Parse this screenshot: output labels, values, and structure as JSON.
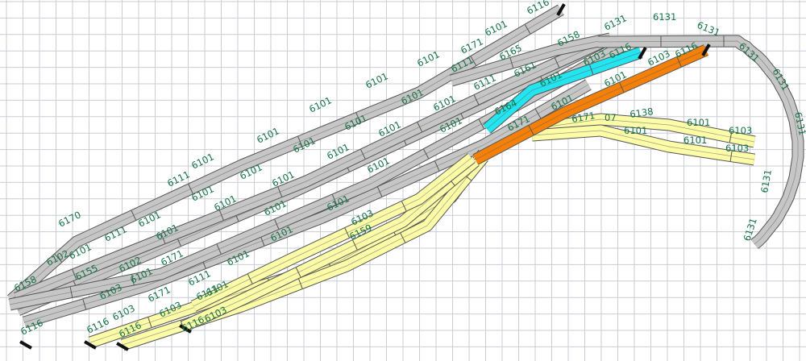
{
  "colors": {
    "grid": "#c9cdd6",
    "gray_track": "#c6c6c6",
    "yellow_track": "#fbfba8",
    "cyan_track": "#24e4f0",
    "orange_track": "#f4800a",
    "outline": "#555555",
    "label": "#157345",
    "bumper": "#111111"
  },
  "labels": [
    "6116",
    "6101",
    "6101",
    "6171",
    "6111",
    "6165",
    "6158",
    "6101",
    "6101",
    "6101",
    "6101",
    "6101",
    "6111",
    "6101",
    "6101",
    "6101",
    "6101",
    "6101",
    "6101",
    "6101",
    "6101",
    "6111",
    "6101",
    "6170",
    "6101",
    "6101",
    "6101",
    "6101",
    "6102",
    "6101",
    "6111",
    "6158",
    "6155",
    "6103",
    "6102",
    "6171",
    "6101",
    "6111",
    "6101",
    "6101",
    "6101",
    "6101",
    "6103",
    "6101",
    "6159",
    "6111",
    "6171",
    "6116",
    "6103",
    "6116",
    "6116",
    "6103",
    "6103",
    "6116",
    "6161",
    "6164",
    "6101",
    "6103",
    "6116",
    "6101",
    "6101",
    "6103",
    "6116",
    "6171",
    "6171",
    "07",
    "6138",
    "6101",
    "6101",
    "6103",
    "6101",
    "6103",
    "6131",
    "6131",
    "6131",
    "6131",
    "6131",
    "6131",
    "6131",
    "6131"
  ]
}
